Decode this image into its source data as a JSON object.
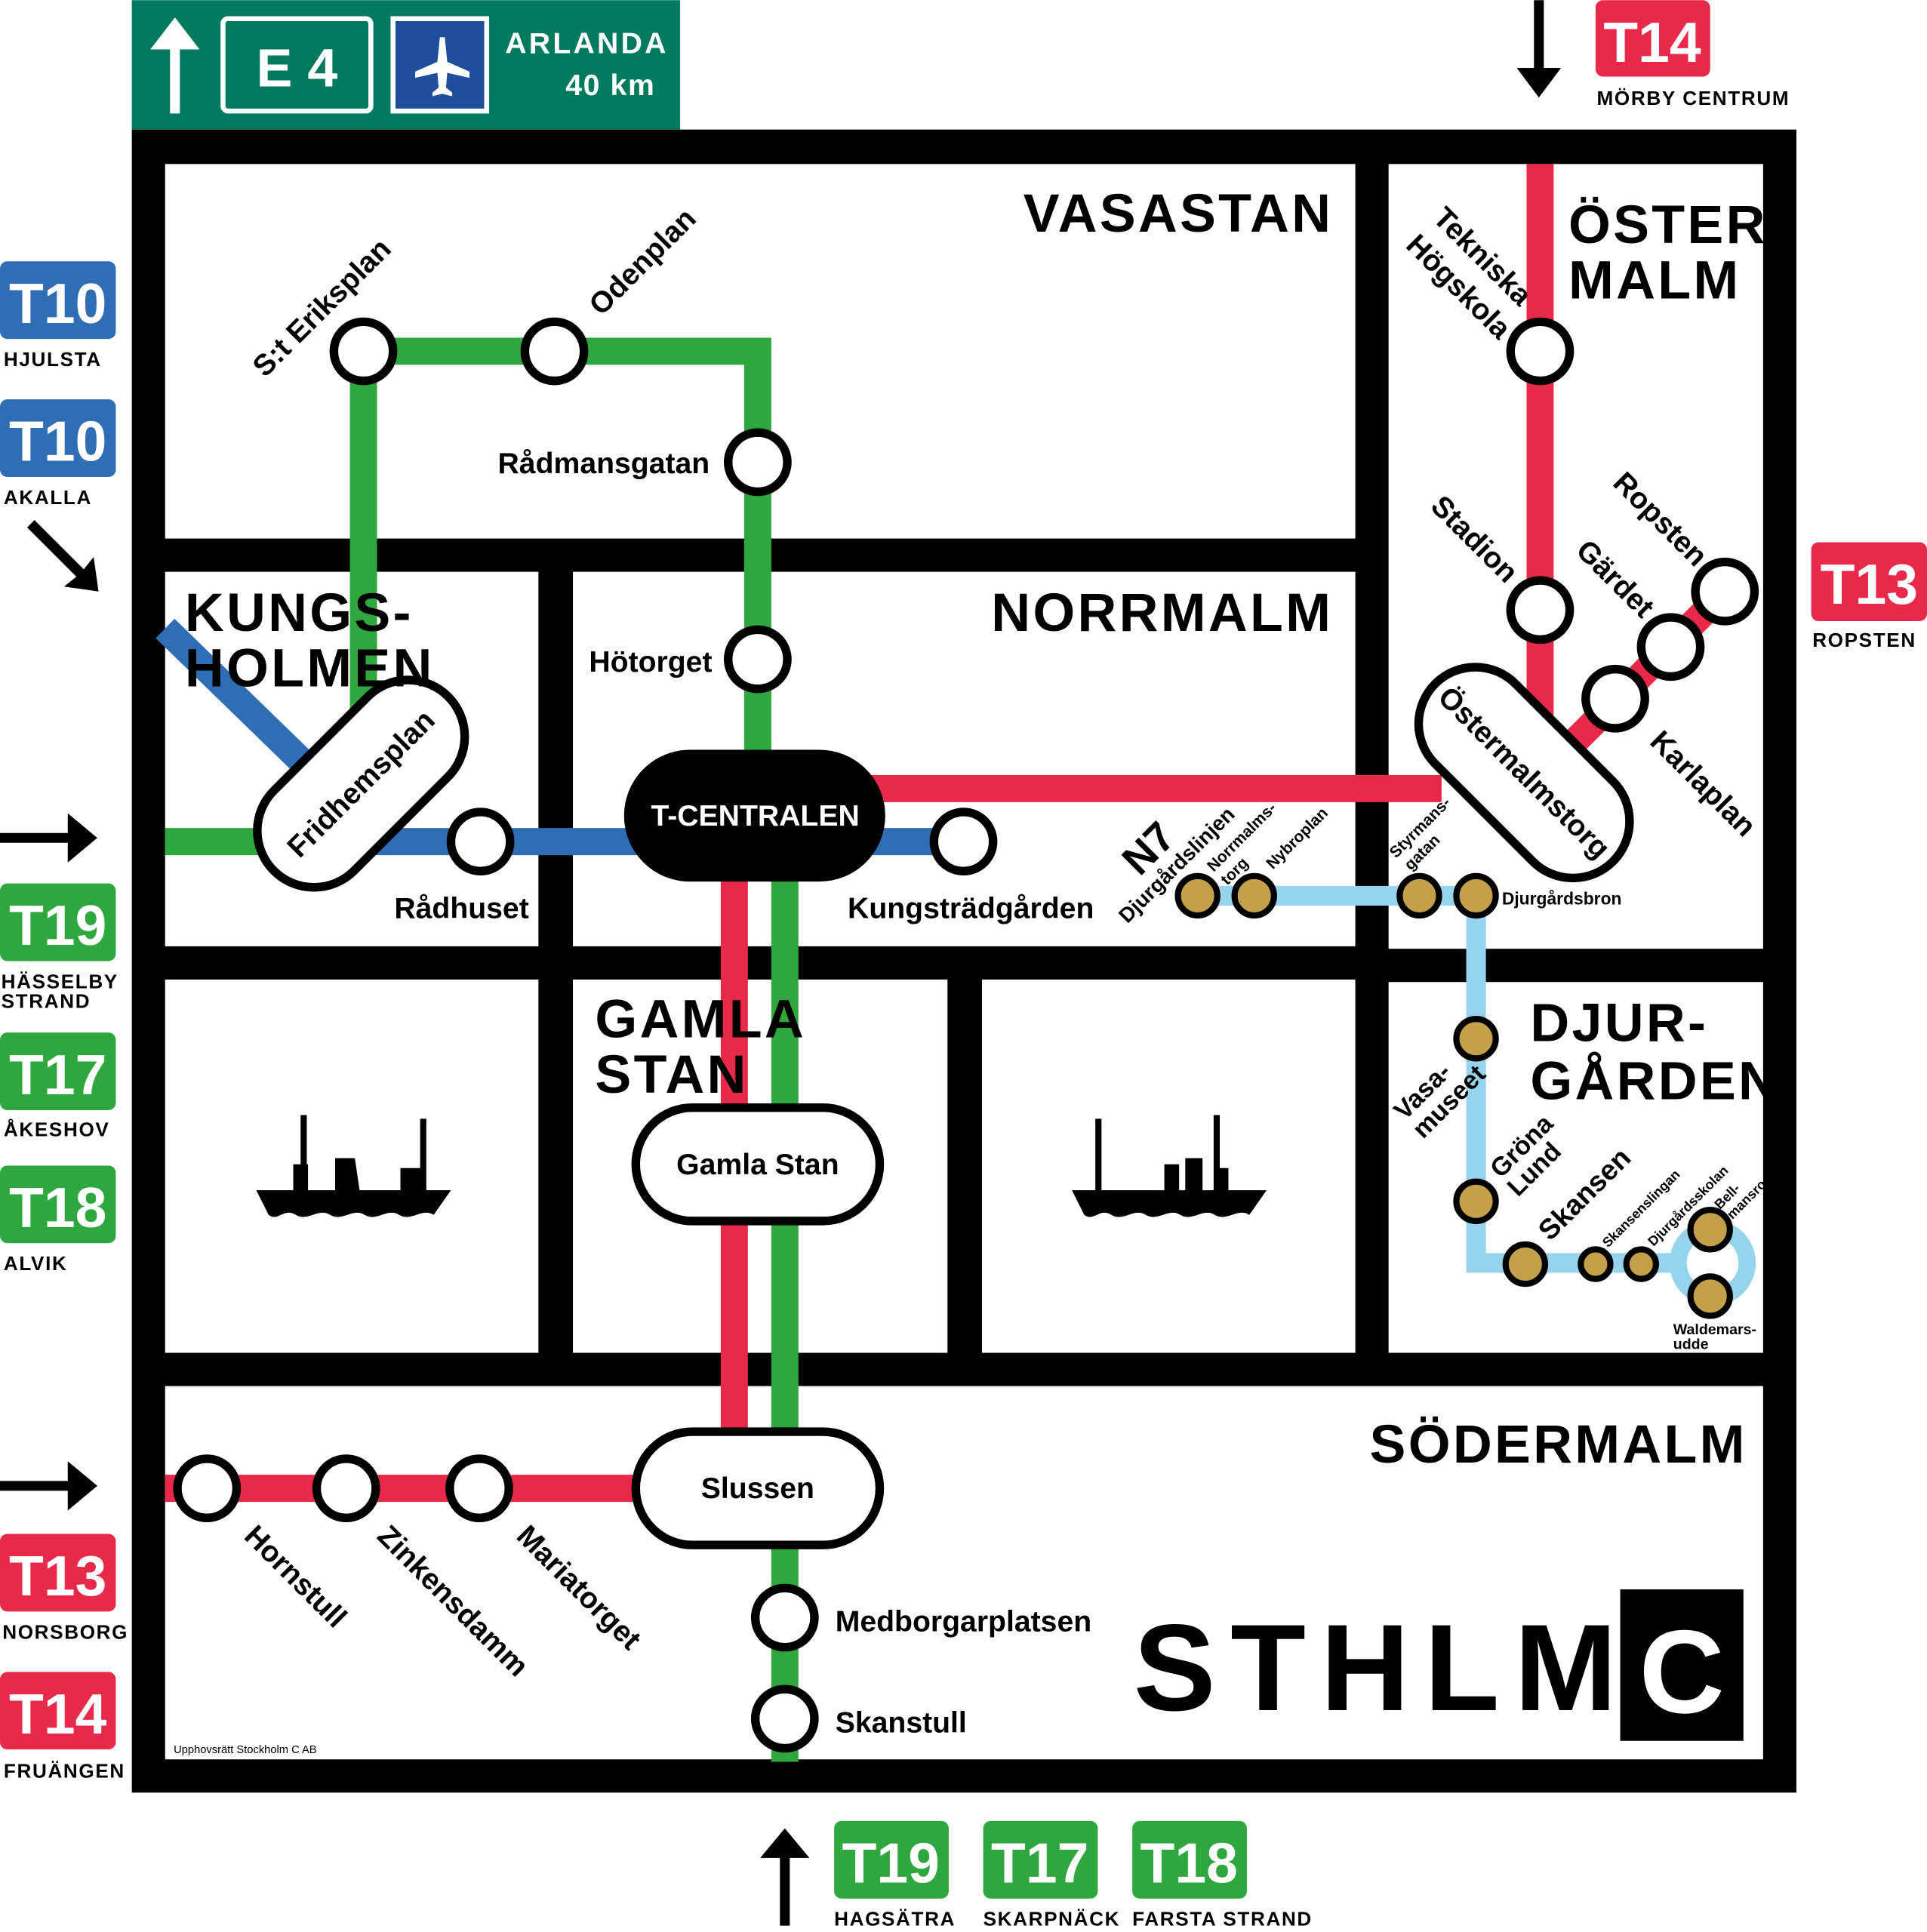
{
  "colors": {
    "green": "#2ea73e",
    "red": "#e8294a",
    "blue": "#2f6db5",
    "lightblue": "#96d4ee",
    "gold": "#c4a04a",
    "road_sign": "#007a5e",
    "airport_sign": "#1f4e9c"
  },
  "road_sign": {
    "road": "E 4",
    "destination": "ARLANDA",
    "distance": "40 km",
    "icons": [
      "arrow-up-icon",
      "airport-icon"
    ]
  },
  "badges": {
    "t14_top": {
      "line": "T14",
      "dest": "MÖRBY CENTRUM"
    },
    "t10_hjulsta": {
      "line": "T10",
      "dest": "HJULSTA"
    },
    "t10_akalla": {
      "line": "T10",
      "dest": "AKALLA"
    },
    "t13_ropsten": {
      "line": "T13",
      "dest": "ROPSTEN"
    },
    "t19_hasselby": {
      "line": "T19",
      "dest1": "HÄSSELBY",
      "dest2": "STRAND"
    },
    "t17_akeshov": {
      "line": "T17",
      "dest": "ÅKESHOV"
    },
    "t18_alvik": {
      "line": "T18",
      "dest": "ALVIK"
    },
    "t13_norsborg": {
      "line": "T13",
      "dest": "NORSBORG"
    },
    "t14_fruangen": {
      "line": "T14",
      "dest": "FRUÄNGEN"
    },
    "t19_hagsatra": {
      "line": "T19",
      "dest": "HAGSÄTRA"
    },
    "t17_skarpnack": {
      "line": "T17",
      "dest": "SKARPNÄCK"
    },
    "t18_farsta": {
      "line": "T18",
      "dest": "FARSTA STRAND"
    }
  },
  "districts": {
    "vasastan": "VASASTAN",
    "ostermalm1": "ÖSTER-",
    "ostermalm2": "MALM",
    "kungsholmen1": "KUNGS-",
    "kungsholmen2": "HOLMEN",
    "norrmalm": "NORRMALM",
    "gamlastan1": "GAMLA",
    "gamlastan2": "STAN",
    "djurgarden1": "DJUR-",
    "djurgarden2": "GÅRDEN",
    "sodermalm": "SÖDERMALM"
  },
  "stations": {
    "st_eriksplan": "S:t Eriksplan",
    "odenplan": "Odenplan",
    "radmansgatan": "Rådmansgatan",
    "hotorget": "Hötorget",
    "fridhemsplan": "Fridhemsplan",
    "radhuset": "Rådhuset",
    "t_centralen": "T-CENTRALEN",
    "kungstradgarden": "Kungsträdgården",
    "tekniska1": "Tekniska",
    "tekniska2": "Högskola",
    "stadion": "Stadion",
    "ropsten": "Ropsten",
    "gardet": "Gärdet",
    "karlaplan": "Karlaplan",
    "ostermalmstorg": "Östermalmstorg",
    "gamla_stan": "Gamla Stan",
    "slussen": "Slussen",
    "hornstull": "Hornstull",
    "zinkensdamm": "Zinkensdamm",
    "mariatorget": "Mariatorget",
    "medborgarplatsen": "Medborgarplatsen",
    "skanstull": "Skanstull"
  },
  "tram": {
    "line": "N7",
    "line_name": "Djurgårdslinjen",
    "normalmstorg1": "Norrmalms-",
    "normalmstorg2": "torg",
    "nybroplan": "Nybroplan",
    "styrmansgatan1": "Styrmans-",
    "styrmansgatan2": "gatan",
    "djurgardsbron": "Djurgårdsbron",
    "vasamuseet1": "Vasa-",
    "vasamuseet2": "museet",
    "grona1": "Gröna",
    "grona2": "Lund",
    "skansen": "Skansen",
    "skansenslingan": "Skansenslingan",
    "djurgardsskolan": "Djurgårdsskolan",
    "bellmansro1": "Bell-",
    "bellmansro2": "mansro",
    "waldemars1": "Waldemars-",
    "waldemars2": "udde"
  },
  "brand": {
    "wordmark": "STHLM",
    "logo_letter": "C"
  },
  "copyright": "Upphovsrätt Stockholm C AB",
  "icons": [
    "ship-icon",
    "arrow-right-icon",
    "arrow-down-icon",
    "arrow-down-right-icon",
    "arrow-up-icon"
  ]
}
